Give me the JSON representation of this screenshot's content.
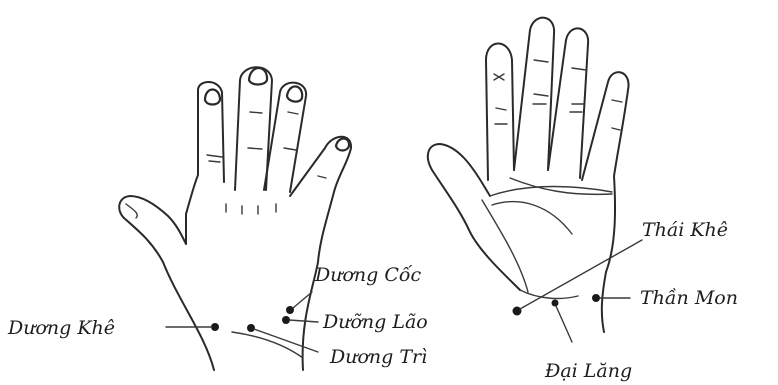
{
  "labels": {
    "duong_khe": "Dương Khê",
    "duong_coc": "Dương Cốc",
    "duong_lao": "Dưỡng Lão",
    "duong_tri": "Dương Trì",
    "thai_khe": "Thái Khê",
    "than_mon": "Thần Mon",
    "dai_lang": "Đại Lăng"
  }
}
